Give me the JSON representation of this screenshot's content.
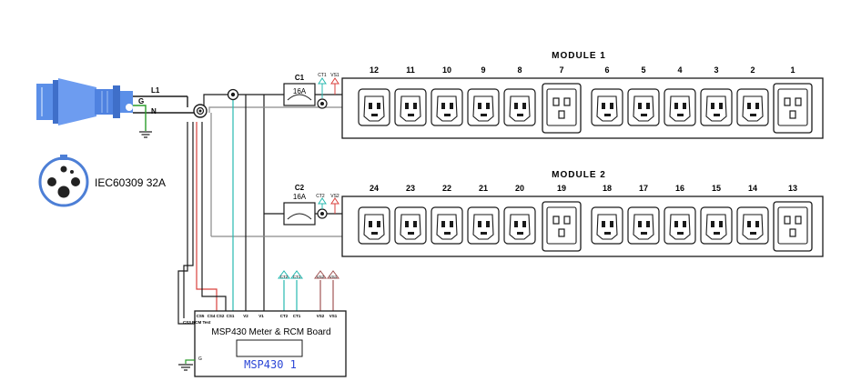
{
  "colors": {
    "line": "#1a1a1a",
    "live": "#d9413c",
    "ground": "#2a9d2a",
    "ct": "#27b9b0",
    "vsense": "#a25555",
    "plug": "#5b8fe8",
    "display_text": "#2b46d6"
  },
  "plug": {
    "icon": "iec60309-plug-icon",
    "socket_icon": "iec60309-socket-face-icon",
    "label": "IEC60309 32A",
    "wire_l": "L1",
    "wire_g": "G",
    "wire_n": "N"
  },
  "breakers": [
    {
      "name": "C1",
      "rating": "16A"
    },
    {
      "name": "C2",
      "rating": "16A"
    }
  ],
  "sensor_tags": {
    "m1_ct": "CT1",
    "m1_vs": "VS1",
    "m2_ct": "CT2",
    "m2_vs": "VS2"
  },
  "modules": [
    {
      "title": "MODULE 1",
      "outlets": [
        {
          "num": "12",
          "type": "C13"
        },
        {
          "num": "11",
          "type": "C13"
        },
        {
          "num": "10",
          "type": "C13"
        },
        {
          "num": "9",
          "type": "C13"
        },
        {
          "num": "8",
          "type": "C13"
        },
        {
          "num": "7",
          "type": "C19"
        },
        {
          "num": "6",
          "type": "C13"
        },
        {
          "num": "5",
          "type": "C13"
        },
        {
          "num": "4",
          "type": "C13"
        },
        {
          "num": "3",
          "type": "C13"
        },
        {
          "num": "2",
          "type": "C13"
        },
        {
          "num": "1",
          "type": "C19"
        }
      ]
    },
    {
      "title": "MODULE  2",
      "outlets": [
        {
          "num": "24",
          "type": "C13"
        },
        {
          "num": "23",
          "type": "C13"
        },
        {
          "num": "22",
          "type": "C13"
        },
        {
          "num": "21",
          "type": "C13"
        },
        {
          "num": "20",
          "type": "C13"
        },
        {
          "num": "19",
          "type": "C19"
        },
        {
          "num": "18",
          "type": "C13"
        },
        {
          "num": "17",
          "type": "C13"
        },
        {
          "num": "16",
          "type": "C13"
        },
        {
          "num": "15",
          "type": "C13"
        },
        {
          "num": "14",
          "type": "C13"
        },
        {
          "num": "13",
          "type": "C19"
        }
      ]
    }
  ],
  "board": {
    "title": "MSP430 Meter & RCM Board",
    "display": "MSP430 1",
    "side_label": "CS3 RCM Test",
    "ground_label": "G",
    "pins": [
      "CS5",
      "CS4",
      "CS2",
      "CS1",
      "V2",
      "V1",
      "CT2",
      "CT1",
      "VS2",
      "VS1"
    ],
    "top_tags": [
      "CT2",
      "CT1",
      "VS2",
      "VS1"
    ]
  }
}
